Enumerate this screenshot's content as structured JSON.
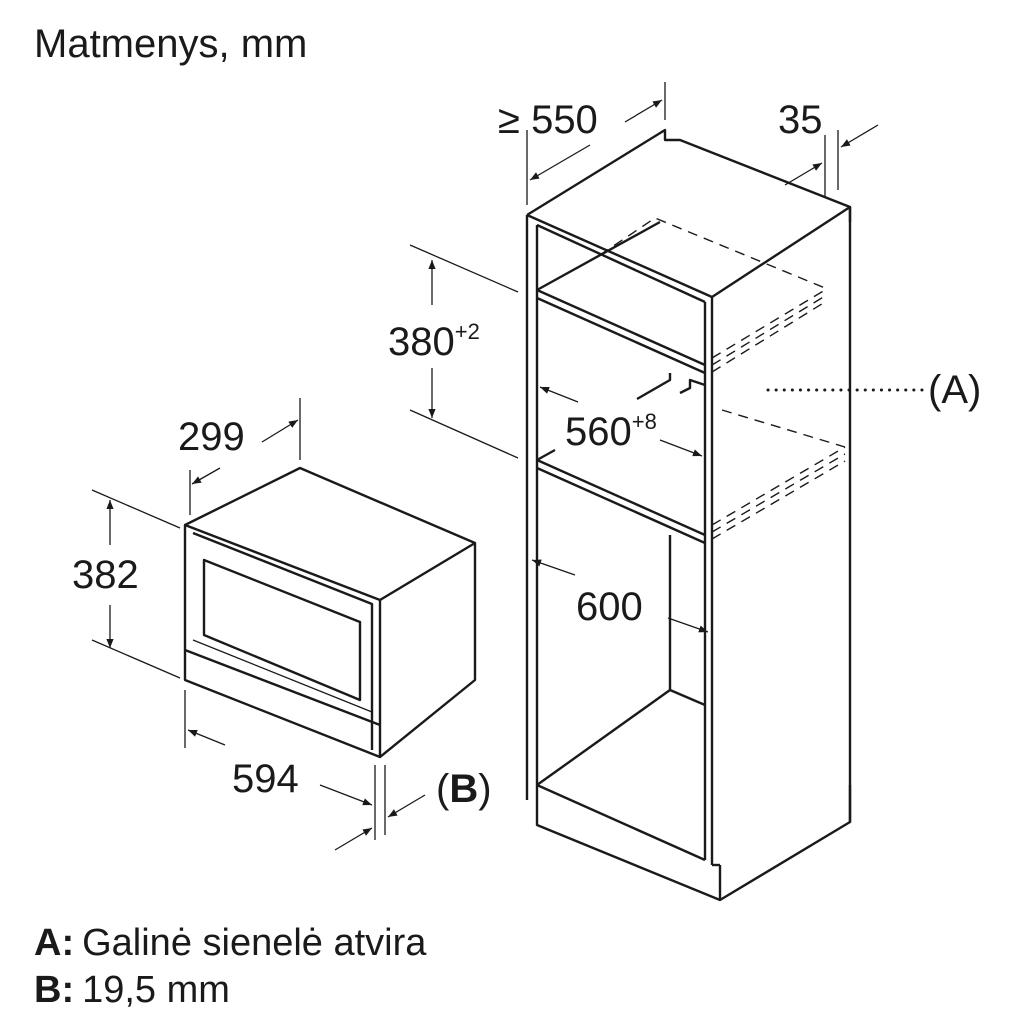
{
  "title": "Matmenys, mm",
  "dimensions": {
    "cabinet_depth": "≥ 550",
    "gap_back": "35",
    "niche_height": "380",
    "niche_height_tol": "+2",
    "niche_width": "560",
    "niche_width_tol": "+8",
    "cabinet_inner_width": "600",
    "oven_depth": "299",
    "oven_height": "382",
    "oven_width": "594"
  },
  "callouts": {
    "a": "(A)",
    "b_open": "(",
    "b_letter": "B",
    "b_close": ")",
    "a_letter": "A"
  },
  "legend": [
    {
      "key": "A:",
      "text": "Galinė sienelė atvira"
    },
    {
      "key": "B:",
      "text": "19,5 mm"
    }
  ]
}
